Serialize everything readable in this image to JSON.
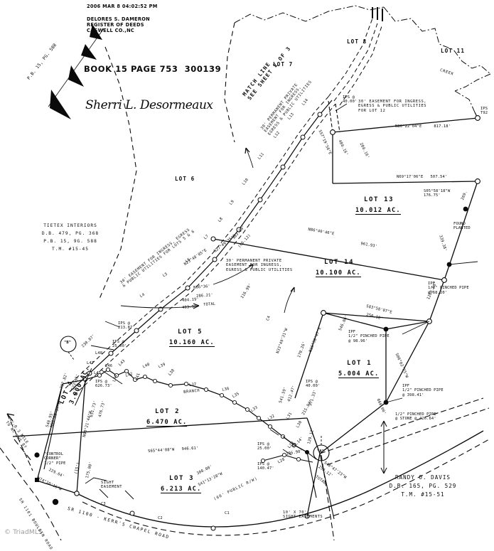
{
  "document": {
    "type": "survey-plat",
    "recording_stamp": {
      "datetime": "2006 MAR 8 04:02:52 PM",
      "register": "DELORES S. DAMERON",
      "office": "REGISTER OF DEEDS",
      "county": "CASWELL CO.,NC"
    },
    "book_page": "BOOK 15 PAGE 753  300139",
    "signature": "Sherri L. Desormeaux",
    "watermark": "© TriadMLS",
    "plat_book_ref": "P.B. 15, PG. 588",
    "match_line": "MATCH LINE\nSEE SHEET 2 OF 3"
  },
  "adjoiners": [
    {
      "name": "TIETEX INTERIORS",
      "deed": "D.B. 479, PG. 368",
      "plat": "P.B. 15, 9G. 588",
      "tax_map": "T.M. #15-45"
    },
    {
      "name": "RANDY O. DAVIS",
      "deed": "D.B. 165, PG. 529",
      "tax_map": "T.M. #15-51"
    }
  ],
  "lots": [
    {
      "label": "LOT 7",
      "acreage": ""
    },
    {
      "label": "LOT 8",
      "acreage": ""
    },
    {
      "label": "LOT 11",
      "acreage": ""
    },
    {
      "label": "LOT 6",
      "acreage": ""
    },
    {
      "label": "LOT 13",
      "acreage": "10.012 AC."
    },
    {
      "label": "LOT 14",
      "acreage": "10.100 AC."
    },
    {
      "label": "LOT 5",
      "acreage": "10.160 AC."
    },
    {
      "label": "LOT 1",
      "acreage": "5.004 AC."
    },
    {
      "label": "LOT 2",
      "acreage": "6.470 AC."
    },
    {
      "label": "LOT 3",
      "acreage": "6.213 AC."
    },
    {
      "label": "LOT 4",
      "acreage": "3.000 AC."
    }
  ],
  "easements": [
    "30' EASEMENT FOR INGRESS,\nEGRESS & PUBLIC UTILITIES\nFOR LOT 12",
    "30' PERMANENT PRIVATE\nEASEMENT FOR INGRESS,\nEGRESS & PUBLIC UTILITIES",
    "30' EASEMENT FOR INGRESS, EGRESS\n& PUBLIC UTILITIES FOR LOTS 5 & 6",
    "30' PERMANENT PRIVATE\nEASEMENT FOR INGRESS,\nEGRESS & PUBLIC UTILITIES",
    "SIGHT\nEASEMENT",
    "10' X 70'\nSIGHT EASEMENTS"
  ],
  "bearings": [
    "N80°22'04\"E     817.18'",
    "N69°17'06\"E   507.54'",
    "S05°58'18\"W\n176.75'",
    "N86°40'46\"E",
    "961.93'",
    "S83°58'07\"E",
    "250.10'",
    "S65°44'08\"W   946.61'",
    "N74°10'16\"W",
    "S41°13'28\"W",
    "S40°47'23\"W",
    "N33°49'31\"W",
    "N16°36'47\"E",
    "S06°02'25\"W",
    "S57°19'56\"E",
    "N00°09'37\"E",
    "N00°21'44\"W",
    "N23°48'05\"E",
    "N66°36'",
    "N27°49'35\"E"
  ],
  "distances": [
    "280.16'",
    "480.16'",
    "339.38'",
    "269.",
    "1268.60'",
    "546.06'",
    "548.95'",
    "651.73'",
    "476.73'",
    "229.64'",
    "(15')",
    "175.00'",
    "300.00'",
    "250.12'",
    "TOTAL",
    "196.98'",
    "129.12'",
    "371.33'",
    "412.47'",
    "541.59'",
    "170.26'",
    "660.00'",
    "787.82'",
    "523.95'",
    "230.87'",
    "116.99'",
    "286.21'",
    "333.09'",
    "(66.12)",
    "403.90'",
    "404.19'",
    "TOTAL",
    "215.84'",
    "53.14'"
  ],
  "monuments": [
    "IPS @\n40.00'",
    "IPS\nT92",
    "FOUND\nPLANTED",
    "IPF\n1/2\" PINCHED PIPE\n@ 68.20'",
    "IPF\n1/2\" PINCHED PIPE\n@ 98.96'",
    "IPF\n1/2\" PINCHED PIPE\n@ 398.41'",
    "1/2\" PINCHED PIPE\n@ STONE @ 426.64'",
    "IPS @\n213.87'",
    "IPS @\n25.00'",
    "IPS @\n626.73'",
    "IPS @\n40.00'",
    "IPS @\n25.00'",
    "IPS @\n140.47'",
    "\"CONTROL\nCORNER\"\n1/2\" PIPE"
  ],
  "point_markers": [
    "\"A\"",
    "\"B\""
  ],
  "line_labels": [
    "L4",
    "L5",
    "L6",
    "L7",
    "L8",
    "L9",
    "L10",
    "L11",
    "L12",
    "L13",
    "L14",
    "L28",
    "L29",
    "L30",
    "L31",
    "L32",
    "L33",
    "L35",
    "L36",
    "L37",
    "L38",
    "L39",
    "L40",
    "L41",
    "L42",
    "L43",
    "L44",
    "L45",
    "L46",
    "L47",
    "L48"
  ],
  "curve_labels": [
    "C1",
    "C2",
    "C3",
    "C4"
  ],
  "roads": [
    {
      "name": "SR 1100 - KERR'S CHAPEL ROAD",
      "row": "(60' PUBLIC R/W)"
    },
    {
      "name": "SR 1101 BOULDIN ROAD",
      "row": ""
    }
  ],
  "features": [
    "CREEK",
    "BRANCH"
  ],
  "notes": [
    "+/-0.3 MILE\nTO NC HWY 87"
  ],
  "colors": {
    "ink": "#0a0a0a",
    "paper": "#ffffff",
    "watermark": "#9a9a9a"
  }
}
